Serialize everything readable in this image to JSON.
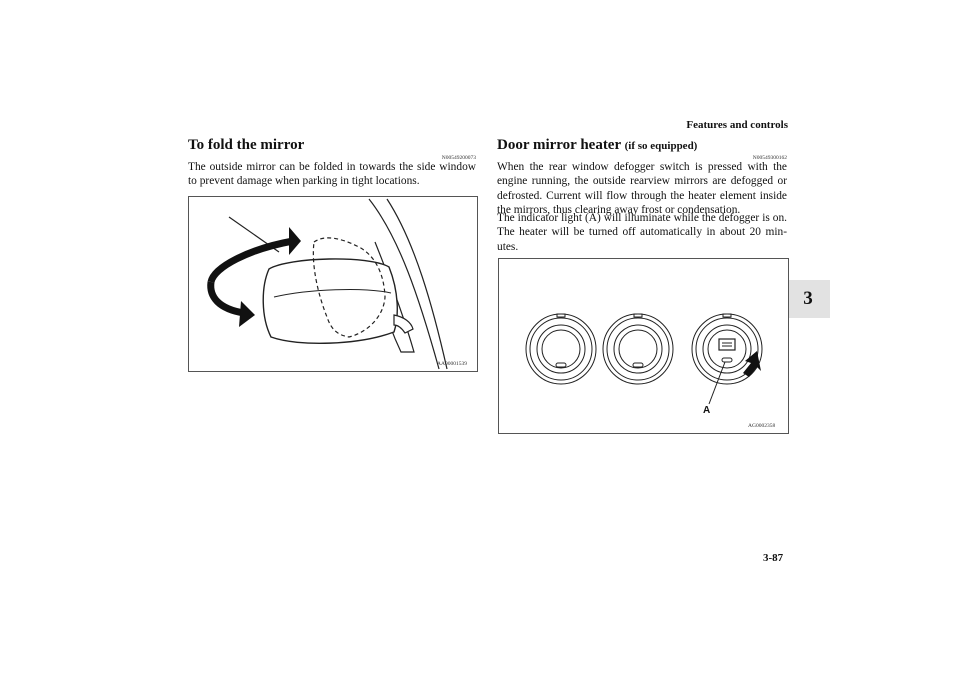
{
  "header": {
    "title": "Features and controls"
  },
  "chapter_tab": {
    "number": "3"
  },
  "left": {
    "heading": "To fold the mirror",
    "code": "N00549200073",
    "paragraph": "The outside mirror can be folded in towards the side window to prevent damage when parking in tight locations.",
    "figure": {
      "code": "AA00001539"
    }
  },
  "right": {
    "heading": "Door mirror heater",
    "heading_note": "(if so equipped)",
    "code": "N00549300162",
    "paragraph_1": "When the rear window defogger switch is pressed with the engine running, the outside rearview mirrors are defogged or defrosted. Current will flow through the heater element inside the mirrors, thus clearing away frost or condensation.",
    "paragraph_2": "The indicator light (A) will illuminate while the defogger is on. The heater will be turned off automatically in about 20 min-utes.",
    "figure": {
      "code": "AG0002358",
      "label_a": "A"
    }
  },
  "footer": {
    "page_number": "3-87"
  }
}
